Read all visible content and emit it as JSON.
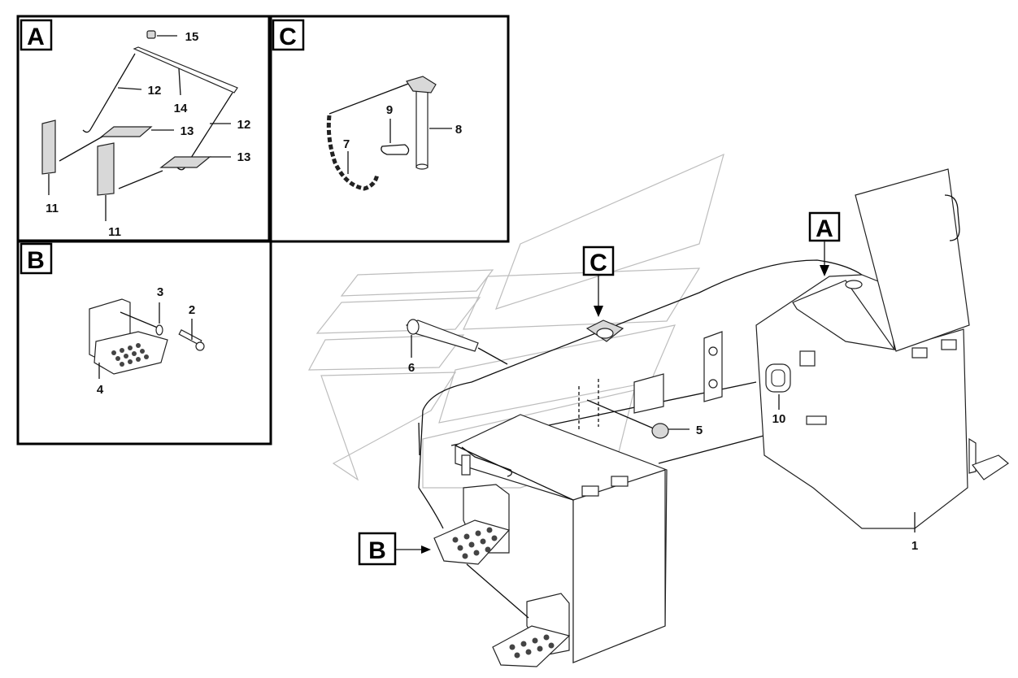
{
  "detail_boxes": [
    {
      "letter": "A"
    },
    {
      "letter": "B"
    },
    {
      "letter": "C"
    }
  ],
  "main_callouts": {
    "a": "A",
    "b": "B",
    "c": "C"
  },
  "part_numbers": {
    "p1": "1",
    "p2": "2",
    "p3": "3",
    "p4": "4",
    "p5": "5",
    "p6": "6",
    "p7": "7",
    "p8": "8",
    "p9": "9",
    "p10": "10",
    "p11a": "11",
    "p11b": "11",
    "p12a": "12",
    "p12b": "12",
    "p13a": "13",
    "p13b": "13",
    "p14": "14",
    "p15": "15"
  }
}
